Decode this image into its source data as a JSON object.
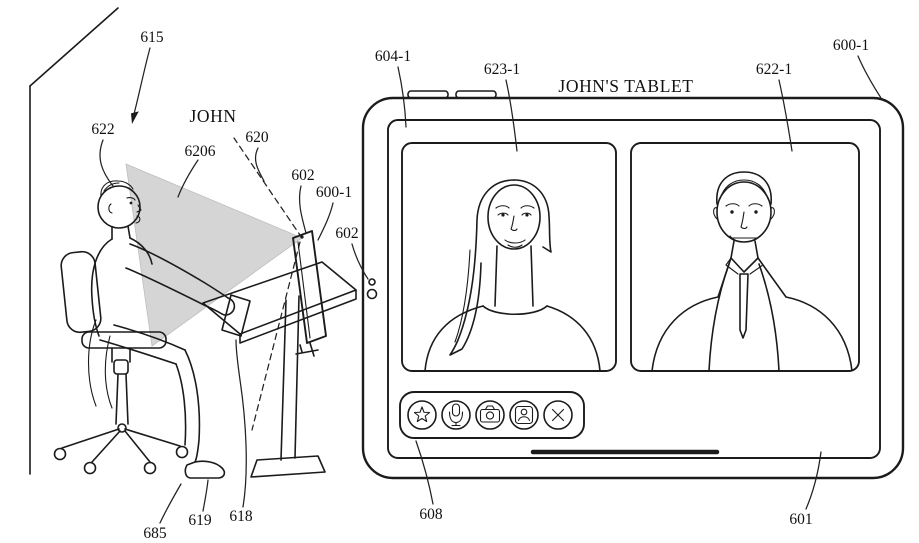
{
  "scene": {
    "environment_label": "615",
    "person": {
      "name": "JOHN",
      "ref": "622"
    },
    "fov_cone_ref": "6206",
    "gaze_line_ref": "620",
    "desk_display": {
      "ref": "602",
      "model_ref": "600-1"
    },
    "floor_ref": "685",
    "foot_ref": "619",
    "handheld_ref": "618"
  },
  "tablet": {
    "title": "JOHN'S TABLET",
    "bezel_ref": "604-1",
    "model_ref": "600-1",
    "side_button_ref": "602",
    "screen_ref": "601",
    "left_video_ref": "623-1",
    "right_video_ref": "622-1",
    "toolbar": {
      "ref": "608",
      "icons": [
        "star-icon",
        "microphone-icon",
        "camera-switch-icon",
        "portrait-icon",
        "close-icon"
      ]
    }
  },
  "colors": {
    "line": "#1b1b1b",
    "cone_fill": "#b3b3b3",
    "background": "#ffffff"
  }
}
